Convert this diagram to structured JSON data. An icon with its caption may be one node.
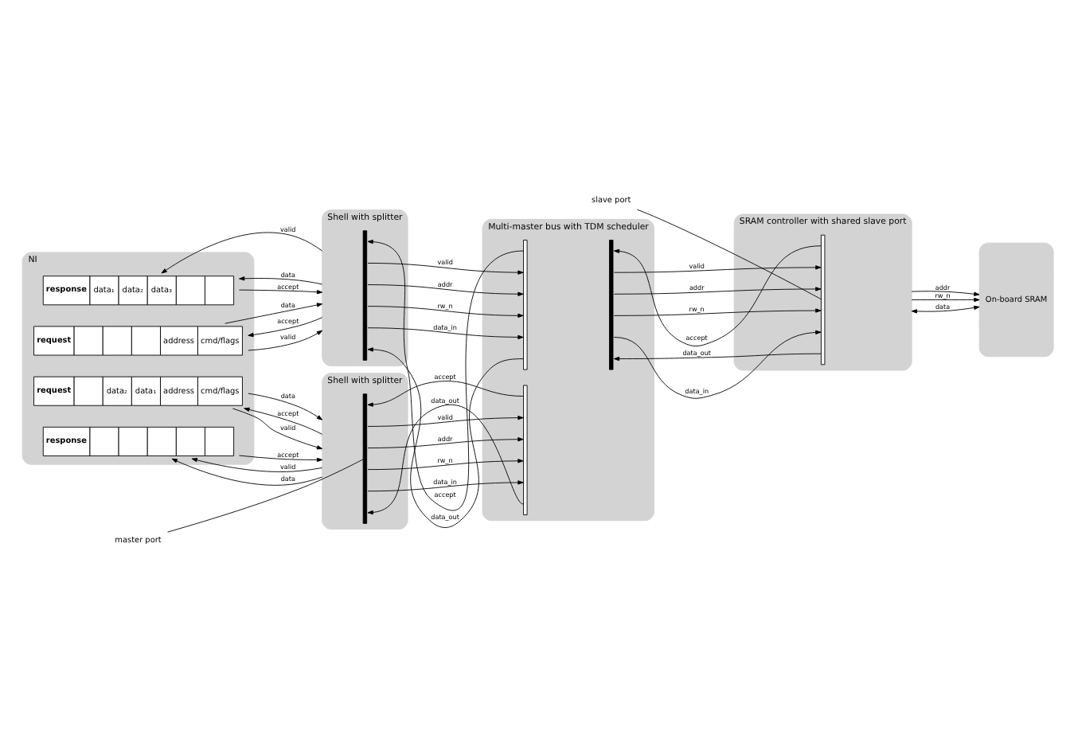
{
  "diagram": {
    "nodes": [
      {
        "text": [
          "NI"
        ]
      },
      {
        "text": [
          "request",
          "data₂",
          "data₁",
          "address",
          "cmd/flags"
        ],
        "in": 0
      },
      {
        "text": [
          "response"
        ],
        "in": 0
      },
      {
        "text": [
          "request",
          "address",
          "cmd/flags"
        ],
        "in": 0
      },
      {
        "text": [
          "response",
          "data₁",
          "data₂",
          "data₃"
        ],
        "in": 0
      },
      {
        "text": [
          "Shell with splitter"
        ]
      },
      {
        "text": [],
        "shape": "bar",
        "in": 5
      },
      {
        "text": [
          "Shell with splitter"
        ]
      },
      {
        "text": [],
        "shape": "bar",
        "in": 7
      },
      {
        "text": [
          "Multi-master bus with TDM scheduler"
        ]
      },
      {
        "text": [],
        "shape": "bar",
        "in": 9
      },
      {
        "text": [],
        "shape": "bar",
        "in": 9
      },
      {
        "text": [],
        "shape": "bar",
        "in": 9
      },
      {
        "text": [
          "SRAM controller with shared slave port"
        ]
      },
      {
        "text": [],
        "shape": "bar",
        "in": 13
      },
      {
        "text": [
          "On-board SRAM"
        ]
      },
      {
        "text": [
          "master port"
        ]
      },
      {
        "text": [
          "slave port"
        ]
      }
    ],
    "edges": [
      {
        "from": 16,
        "to": 6,
        "arrow": "none"
      },
      {
        "from": 17,
        "to": 14,
        "arrow": "none"
      },
      {
        "from": 5,
        "to": 1,
        "arrow": "to",
        "label": "accept"
      },
      {
        "from": 1,
        "to": 5,
        "arrow": "to",
        "label": "valid"
      },
      {
        "from": 1,
        "to": 5,
        "arrow": "to",
        "label": "data"
      },
      {
        "from": 2,
        "to": 5,
        "arrow": "to",
        "label": "accept"
      },
      {
        "from": 5,
        "to": 2,
        "arrow": "to",
        "label": "valid"
      },
      {
        "from": 5,
        "to": 2,
        "arrow": "to",
        "label": "data"
      },
      {
        "from": 10,
        "to": 6,
        "arrow": "to",
        "label": "accept"
      },
      {
        "from": 6,
        "to": 10,
        "arrow": "to",
        "label": "valid"
      },
      {
        "from": 6,
        "to": 10,
        "arrow": "to",
        "label": "addr"
      },
      {
        "from": 6,
        "to": 10,
        "arrow": "to",
        "label": "rw_n"
      },
      {
        "from": 6,
        "to": 10,
        "arrow": "to",
        "label": "data_in"
      },
      {
        "from": 10,
        "to": 6,
        "arrow": "to",
        "label": "data_out"
      },
      {
        "from": 14,
        "to": 12,
        "arrow": "to",
        "label": "accept"
      },
      {
        "from": 12,
        "to": 14,
        "arrow": "to",
        "label": "valid"
      },
      {
        "from": 12,
        "to": 14,
        "arrow": "to",
        "label": "addr"
      },
      {
        "from": 12,
        "to": 14,
        "arrow": "to",
        "label": "rw_n"
      },
      {
        "from": 12,
        "to": 14,
        "arrow": "to",
        "label": "data_in"
      },
      {
        "from": 14,
        "to": 12,
        "arrow": "to",
        "label": "data_out"
      },
      {
        "from": 7,
        "to": 3,
        "arrow": "to",
        "label": "accept"
      },
      {
        "from": 3,
        "to": 7,
        "arrow": "to",
        "label": "valid"
      },
      {
        "from": 3,
        "to": 7,
        "arrow": "to",
        "label": "data"
      },
      {
        "from": 4,
        "to": 7,
        "arrow": "to",
        "label": "accept"
      },
      {
        "from": 7,
        "to": 4,
        "arrow": "to",
        "label": "valid"
      },
      {
        "from": 7,
        "to": 4,
        "arrow": "to",
        "label": "data"
      },
      {
        "from": 11,
        "to": 8,
        "arrow": "to",
        "label": "accept"
      },
      {
        "from": 8,
        "to": 11,
        "arrow": "to",
        "label": "valid"
      },
      {
        "from": 8,
        "to": 11,
        "arrow": "to",
        "label": "addr"
      },
      {
        "from": 8,
        "to": 11,
        "arrow": "to",
        "label": "rw_n"
      },
      {
        "from": 8,
        "to": 11,
        "arrow": "to",
        "label": "data_in"
      },
      {
        "from": 11,
        "to": 8,
        "arrow": "to",
        "label": "data_out"
      },
      {
        "from": 13,
        "to": 15,
        "arrow": "to",
        "label": "addr"
      },
      {
        "from": 13,
        "to": 15,
        "arrow": "to",
        "label": "rw_n"
      },
      {
        "from": 13,
        "to": 15,
        "arrow": "both",
        "label": "data"
      }
    ]
  }
}
